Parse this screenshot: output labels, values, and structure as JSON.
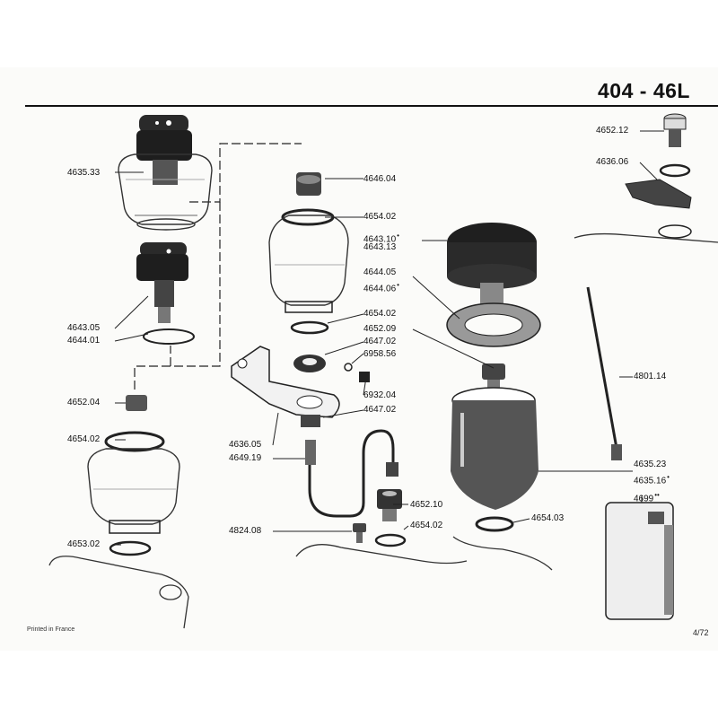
{
  "header": {
    "title": "404 - 46L"
  },
  "footer": {
    "printed": "Printed in France",
    "page": "4/72"
  },
  "parts": [
    {
      "ref": "4635.33",
      "mark": ""
    },
    {
      "ref": "4643.05",
      "mark": ""
    },
    {
      "ref": "4644.01",
      "mark": ""
    },
    {
      "ref": "4652.04",
      "mark": ""
    },
    {
      "ref": "4654.02",
      "mark": ""
    },
    {
      "ref": "4653.02",
      "mark": ""
    },
    {
      "ref": "4646.04",
      "mark": ""
    },
    {
      "ref": "4654.02",
      "mark": ""
    },
    {
      "ref": "4643.10",
      "mark": "•"
    },
    {
      "ref": "4643.13",
      "mark": ""
    },
    {
      "ref": "4644.05",
      "mark": ""
    },
    {
      "ref": "4644.06",
      "mark": "•"
    },
    {
      "ref": "4654.02",
      "mark": ""
    },
    {
      "ref": "4652.09",
      "mark": ""
    },
    {
      "ref": "4647.02",
      "mark": ""
    },
    {
      "ref": "6958.56",
      "mark": ""
    },
    {
      "ref": "6932.04",
      "mark": ""
    },
    {
      "ref": "4647.02",
      "mark": ""
    },
    {
      "ref": "4636.05",
      "mark": ""
    },
    {
      "ref": "4649.19",
      "mark": ""
    },
    {
      "ref": "4652.10",
      "mark": ""
    },
    {
      "ref": "4654.02",
      "mark": ""
    },
    {
      "ref": "4824.08",
      "mark": ""
    },
    {
      "ref": "4654.03",
      "mark": ""
    },
    {
      "ref": "4652.12",
      "mark": ""
    },
    {
      "ref": "4636.06",
      "mark": ""
    },
    {
      "ref": "4801.14",
      "mark": ""
    },
    {
      "ref": "4635.23",
      "mark": ""
    },
    {
      "ref": "4635.16",
      "mark": "•"
    },
    {
      "ref": "4699",
      "mark": "••"
    }
  ]
}
